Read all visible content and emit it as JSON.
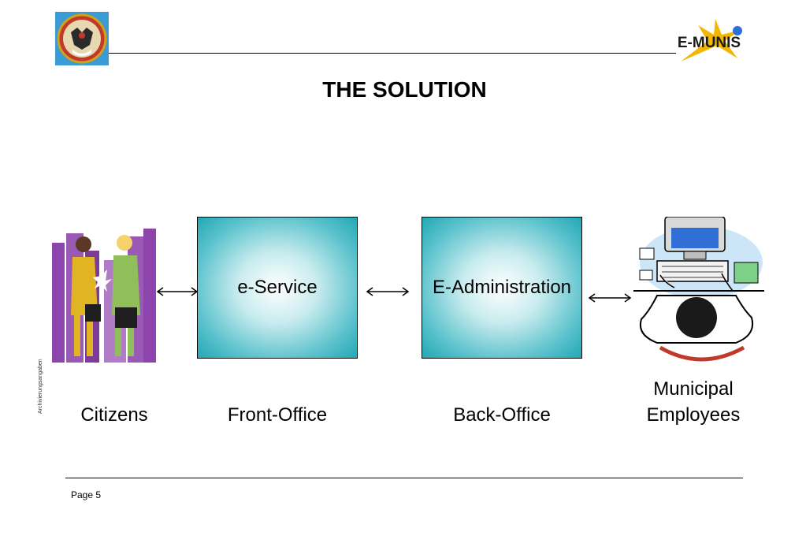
{
  "slide": {
    "title": "THE SOLUTION",
    "side_note": "Archivierungsangaben",
    "page_label": "Page 5"
  },
  "logo": {
    "text": "E-MUNIS",
    "colors": {
      "star": "#f2b705",
      "dot": "#2a6fdb",
      "text": "#1a1a1a"
    }
  },
  "crest": {
    "background": "#3a9bd5",
    "shield": "#c0392b"
  },
  "diagram": {
    "boxes": [
      {
        "label": "e-Service"
      },
      {
        "label": "E-Administration"
      }
    ],
    "labels": {
      "citizens": "Citizens",
      "front_office": "Front-Office",
      "back_office": "Back-Office",
      "municipal_line1": "Municipal",
      "municipal_line2": "Employees"
    },
    "box_gradient": {
      "center": "#ffffff",
      "edge": "#23a7b5"
    }
  }
}
